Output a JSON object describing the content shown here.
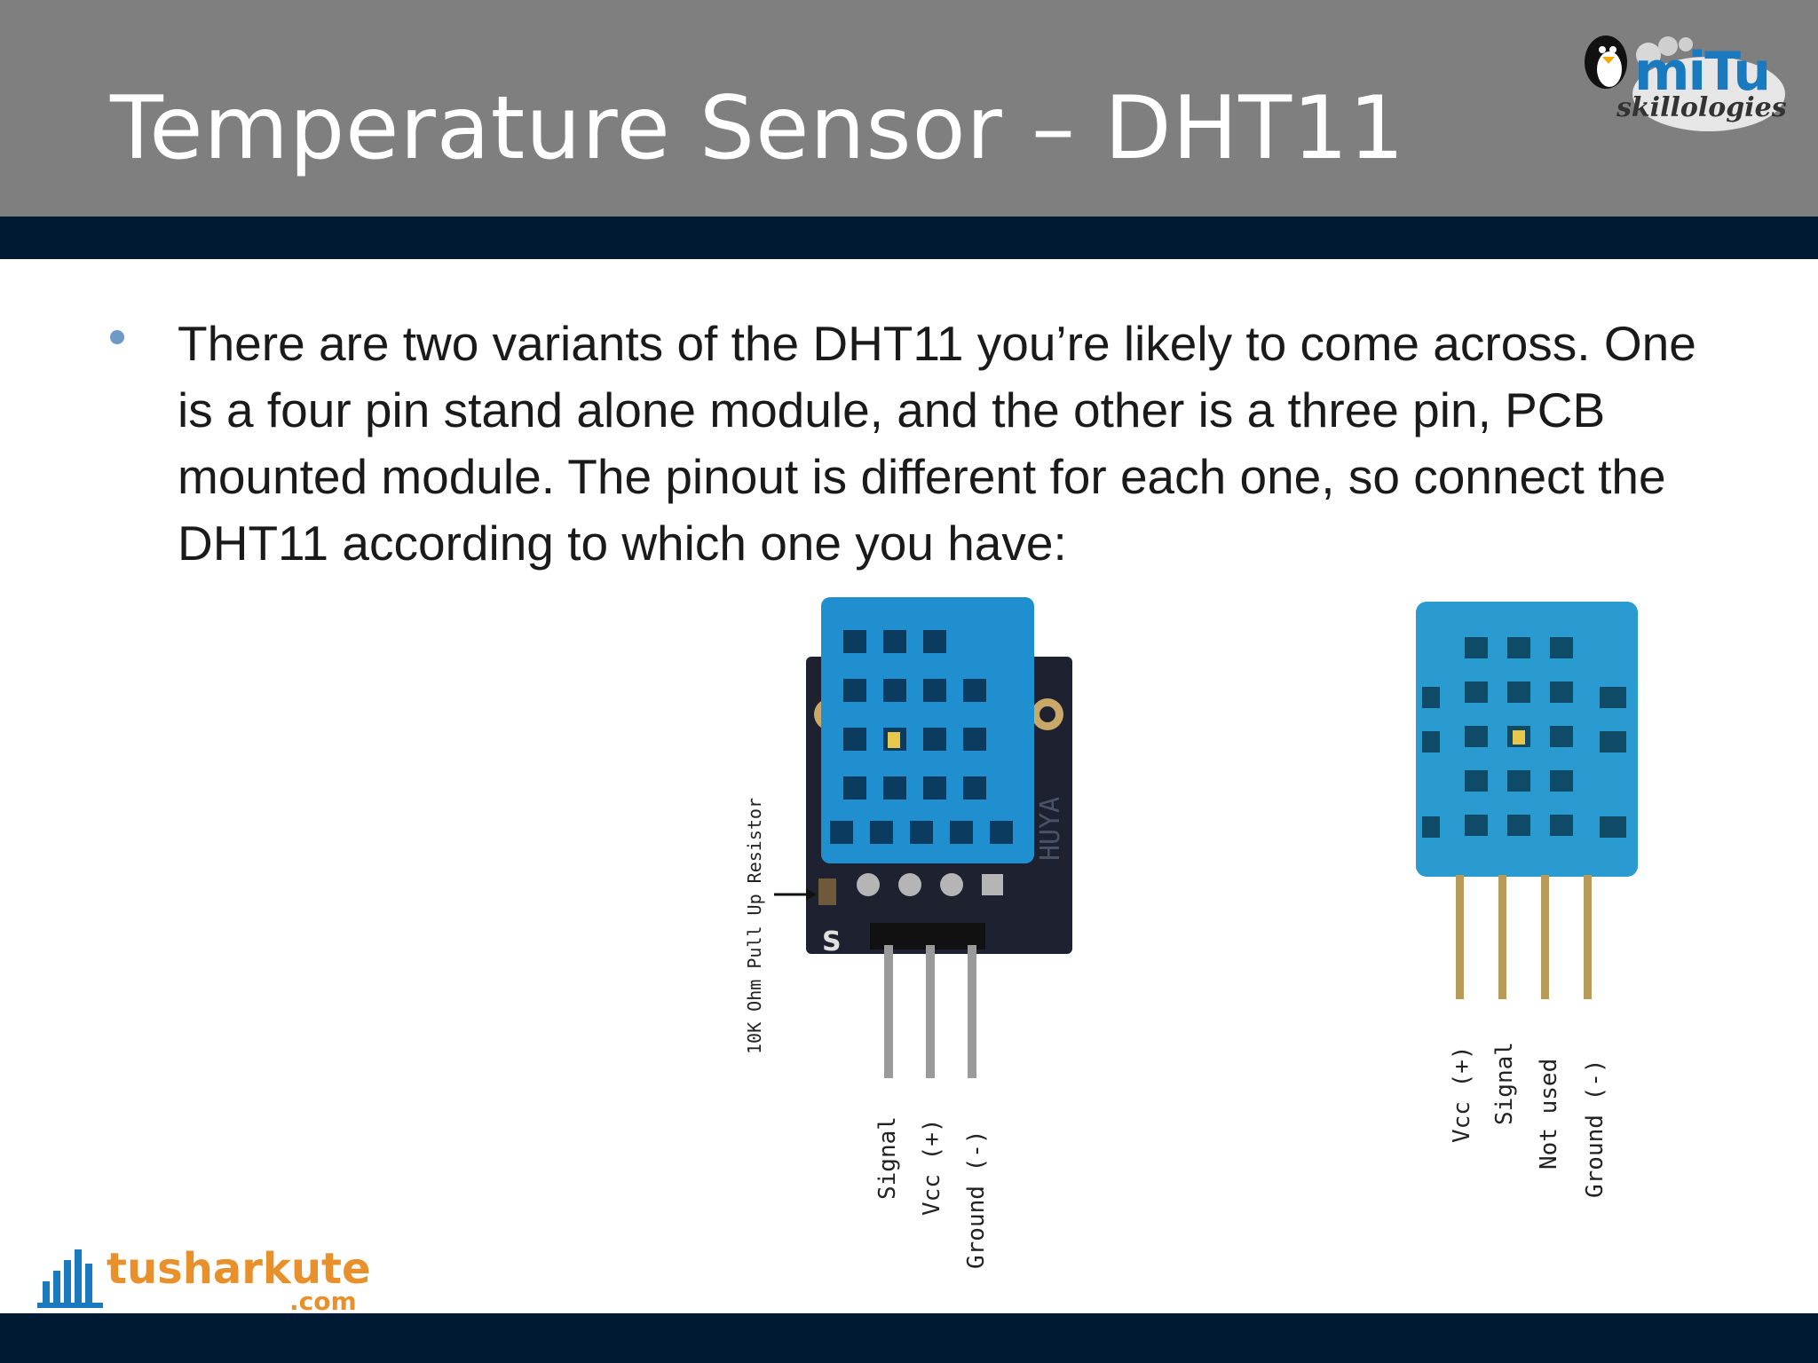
{
  "slide": {
    "title": "Temperature Sensor – DHT11",
    "bullet": "There are two variants of the DHT11 you’re likely to come across. One is a four pin stand alone module, and the other is a three pin, PCB mounted module. The pinout is different for each one, so connect the DHT11 according to which one you have:"
  },
  "logos": {
    "top_right": {
      "main": "miTu",
      "sub": "skillologies"
    },
    "bottom_left": {
      "main": "tusharkute",
      "sub": ".com"
    }
  },
  "figure_left": {
    "resistor_label": "10K Ohm Pull Up Resistor",
    "board_mark": "S",
    "board_brand": "HUYA",
    "pins": [
      "Signal",
      "Vcc (+)",
      "Ground (-)"
    ]
  },
  "figure_right": {
    "pins": [
      "Vcc (+)",
      "Signal",
      "Not used",
      "Ground (-)"
    ]
  },
  "colors": {
    "header": "#7f7f7f",
    "band": "#001a33",
    "sensor_blue": "#1f8fd0",
    "bullet": "#6e99c8"
  }
}
